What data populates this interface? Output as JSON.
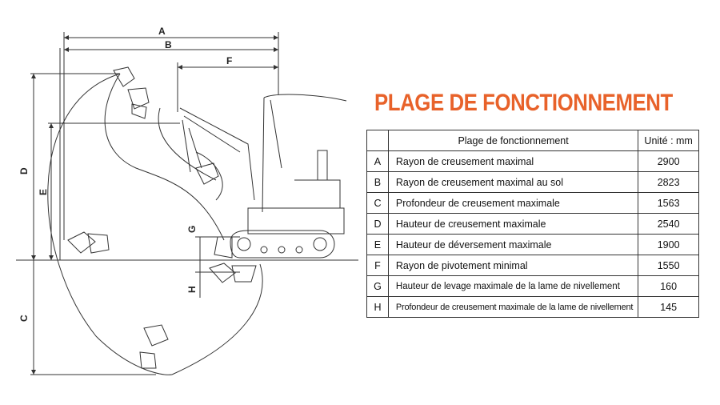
{
  "title": "PLAGE DE FONCTIONNEMENT",
  "table": {
    "header": {
      "code": "",
      "label": "Plage de fonctionnement",
      "unit": "Unité : mm"
    },
    "rows": [
      {
        "code": "A",
        "label": "Rayon de creusement maximal",
        "value": "2900"
      },
      {
        "code": "B",
        "label": "Rayon de creusement maximal au sol",
        "value": "2823"
      },
      {
        "code": "C",
        "label": "Profondeur de creusement maximale",
        "value": "1563"
      },
      {
        "code": "D",
        "label": "Hauteur de creusement maximale",
        "value": "2540"
      },
      {
        "code": "E",
        "label": "Hauteur de déversement maximale",
        "value": "1900"
      },
      {
        "code": "F",
        "label": "Rayon de pivotement minimal",
        "value": "1550"
      },
      {
        "code": "G",
        "label": "Hauteur de levage maximale de la lame de nivellement",
        "value": "160"
      },
      {
        "code": "H",
        "label": "Profondeur de creusement maximale de la lame de nivellement",
        "value": "145"
      }
    ]
  },
  "diagram": {
    "labels": {
      "A": "A",
      "B": "B",
      "C": "C",
      "D": "D",
      "E": "E",
      "F": "F",
      "G": "G",
      "H": "H"
    }
  },
  "colors": {
    "title": "#e8622a",
    "line": "#333333"
  }
}
